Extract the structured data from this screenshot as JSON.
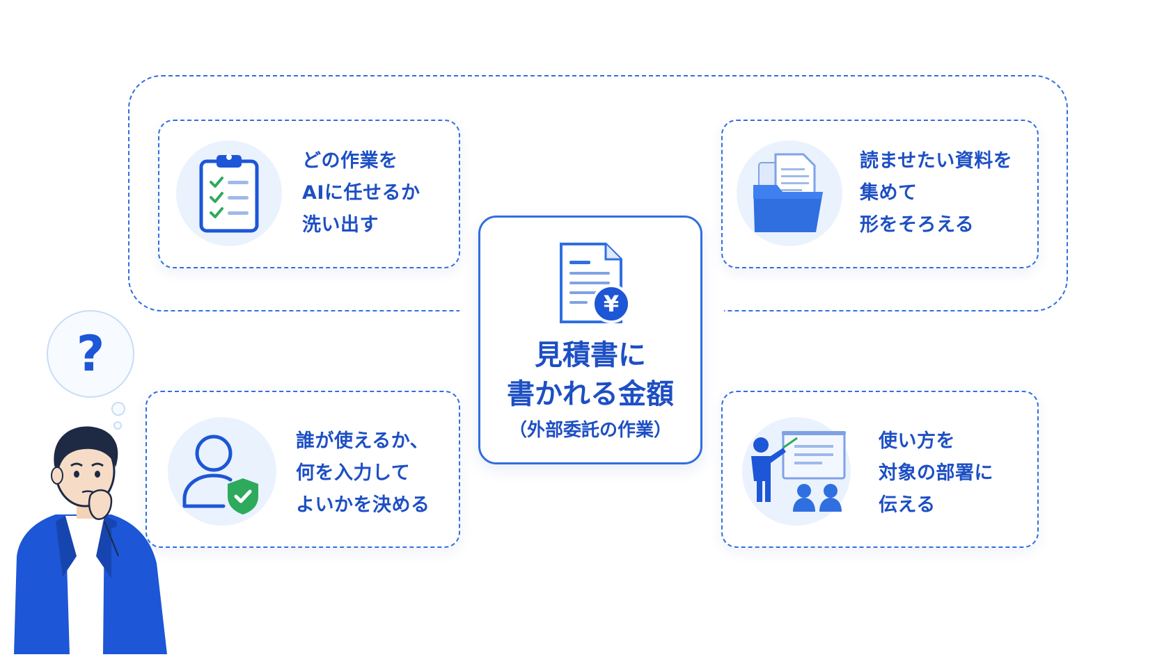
{
  "center": {
    "title_line1": "見積書に",
    "title_line2": "書かれる金額",
    "subtitle": "（外部委託の作業）",
    "icon": "invoice-yen-icon"
  },
  "thought": {
    "symbol": "?"
  },
  "cards": {
    "top_left": {
      "icon": "checklist-clipboard-icon",
      "lines": [
        "どの作業を",
        "AIに任せるか",
        "洗い出す"
      ]
    },
    "top_right": {
      "icon": "document-folder-icon",
      "lines": [
        "読ませたい資料を",
        "集めて",
        "形をそろえる"
      ]
    },
    "bottom_left": {
      "icon": "user-shield-icon",
      "lines": [
        "誰が使えるか、",
        "何を入力して",
        "よいかを決める"
      ]
    },
    "bottom_right": {
      "icon": "presentation-icon",
      "lines": [
        "使い方を",
        "対象の部署に",
        "伝える"
      ]
    }
  },
  "colors": {
    "accent": "#2f6fe0",
    "text": "#1d4fc4",
    "icon_bg": "#eaf2fd",
    "check_green": "#2eaa5c"
  }
}
